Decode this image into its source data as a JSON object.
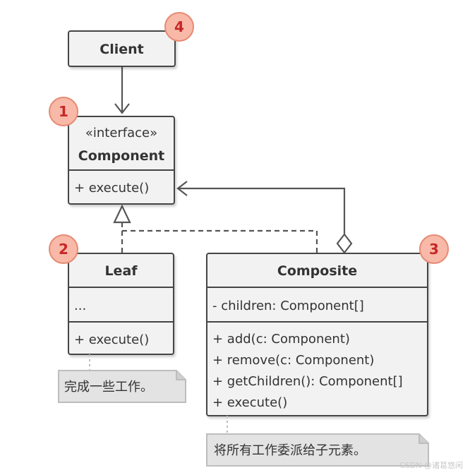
{
  "client": {
    "title": "Client",
    "badge": "4"
  },
  "component": {
    "stereotype": "«interface»",
    "title": "Component",
    "method": "+ execute()",
    "badge": "1"
  },
  "leaf": {
    "title": "Leaf",
    "fields": "...",
    "method": "+ execute()",
    "badge": "2"
  },
  "composite": {
    "title": "Composite",
    "field": "- children: Component[]",
    "methods": [
      "+ add(c: Component)",
      "+ remove(c: Component)",
      "+ getChildren(): Component[]",
      "+ execute()"
    ],
    "badge": "3"
  },
  "notes": {
    "leaf": "完成一些工作。",
    "composite": "将所有工作委派给子元素。"
  },
  "watermark": "CSDN @诸葛悠闲",
  "colors": {
    "box_fill": "#f2f2f2",
    "box_stroke": "#444444",
    "badge_fill": "#f8b9a8",
    "badge_stroke": "#e78a72",
    "badge_text": "#c62828",
    "note_fill": "#e3e3e3",
    "note_stroke": "#bdbdbd",
    "connector": "#555555"
  }
}
